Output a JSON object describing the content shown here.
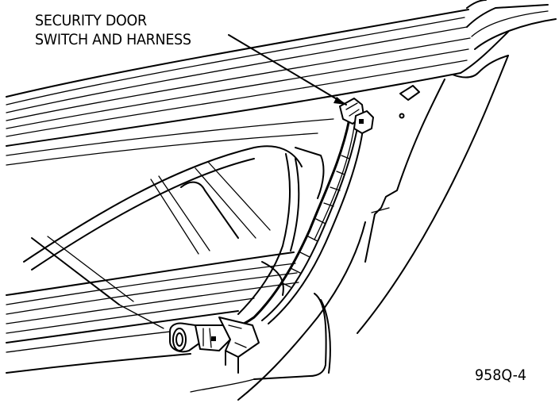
{
  "diagram": {
    "callout": {
      "line1": "SECURITY DOOR",
      "line2": "SWITCH AND HARNESS"
    },
    "figure_number": "958Q-4",
    "colors": {
      "line": "#000000",
      "background": "#ffffff"
    }
  }
}
